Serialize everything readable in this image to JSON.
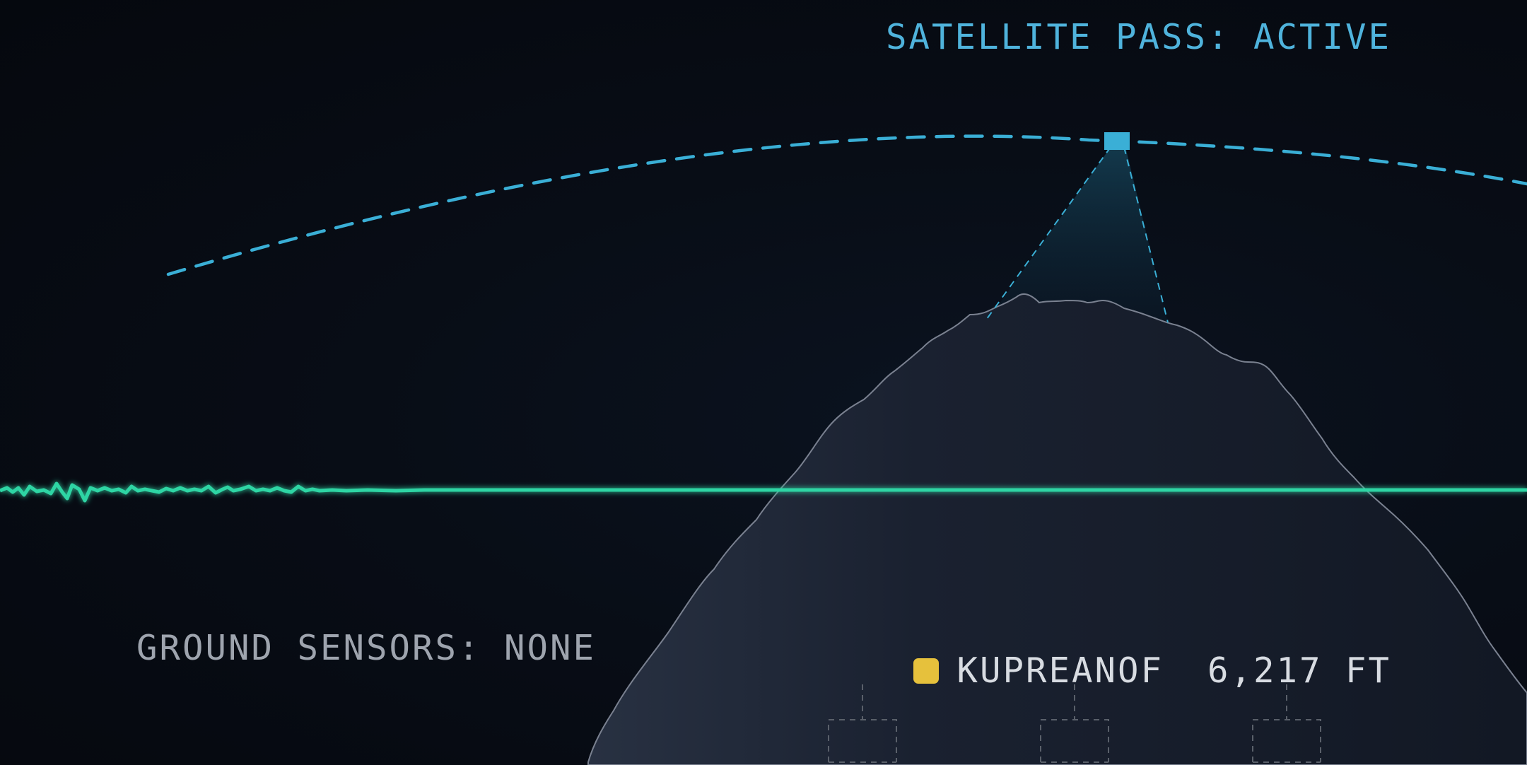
{
  "satellite_status": "SATELLITE PASS: ACTIVE",
  "ground_sensors": "GROUND SENSORS: NONE",
  "peak": {
    "name": "KUPREANOF",
    "elevation": "6,217 FT",
    "marker_color": "#e6c13c"
  },
  "colors": {
    "background": "#070b12",
    "orbit": "#3aafd6",
    "signal_line": "#2fd5a4",
    "mountain_fill": "#1a2130",
    "mountain_edge": "#7a8190",
    "sensor_outline": "#5a606a"
  }
}
